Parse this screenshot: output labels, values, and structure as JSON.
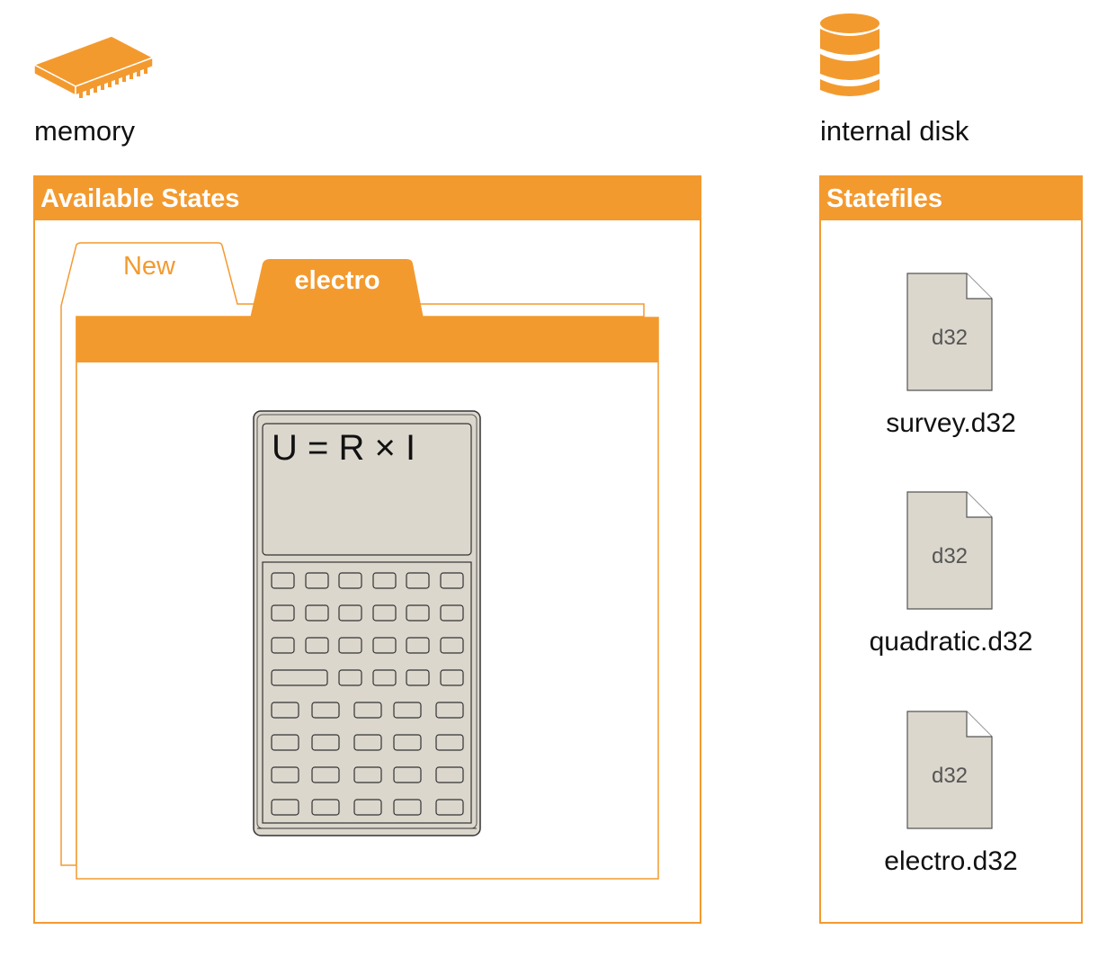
{
  "memory": {
    "icon": "memory-chip-icon",
    "label": "memory"
  },
  "disk": {
    "icon": "database-icon",
    "label": "internal disk"
  },
  "available_states": {
    "title": "Available States",
    "tabs": [
      {
        "label": "New",
        "selected": false
      },
      {
        "label": "electro",
        "selected": true
      }
    ],
    "calculator": {
      "display_text": "U = R × I"
    }
  },
  "statefiles": {
    "title": "Statefiles",
    "files": [
      {
        "icon_text": "d32",
        "name": "survey.d32"
      },
      {
        "icon_text": "d32",
        "name": "quadratic.d32"
      },
      {
        "icon_text": "d32",
        "name": "electro.d32"
      }
    ]
  },
  "colors": {
    "accent": "#f39a2f",
    "calculator_body": "#dcd7cd",
    "file_icon_fill": "#dcd7cd"
  }
}
